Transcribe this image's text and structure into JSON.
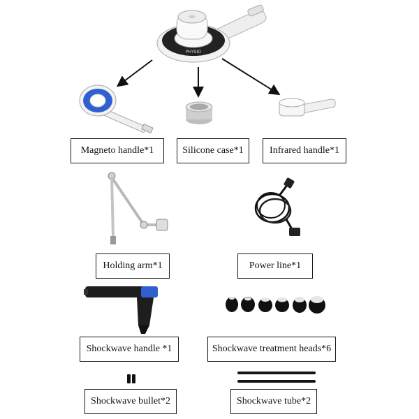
{
  "components": {
    "magneto_handle": "Magneto handle*1",
    "silicone_case": "Silicone case*1",
    "infrared_handle": "Infrared handle*1",
    "holding_arm": "Holding arm*1",
    "power_line": "Power line*1",
    "shockwave_handle": "Shockwave handle *1",
    "shockwave_heads": "Shockwave treatment heads*6",
    "shockwave_bullet": "Shockwave bullet*2",
    "shockwave_tube": "Shockwave tube*2"
  },
  "icons": {
    "main_device": "main-device-icon",
    "magneto_handle": "magneto-handle-icon",
    "silicone_case": "silicone-case-icon",
    "infrared_handle": "infrared-handle-icon",
    "holding_arm": "holding-arm-icon",
    "power_line": "power-cable-icon",
    "shockwave_handle": "shockwave-gun-icon",
    "shockwave_heads": "treatment-head-icon",
    "shockwave_bullet": "bullet-icon",
    "shockwave_tube": "tube-icon"
  },
  "colors": {
    "accent_blue": "#2f5fd0",
    "device_dark": "#1e1e1e",
    "device_white": "#f4f4f4"
  }
}
